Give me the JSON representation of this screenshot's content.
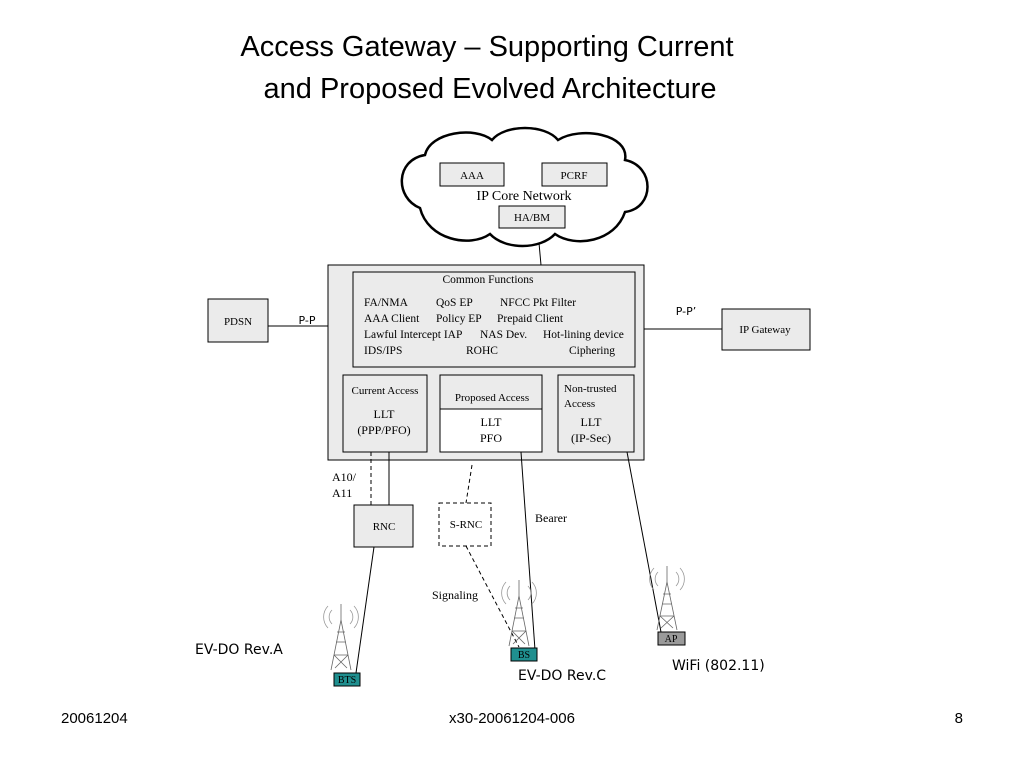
{
  "slide": {
    "title_line1": "Access Gateway – Supporting Current",
    "title_line2": "and Proposed Evolved Architecture"
  },
  "cloud": {
    "label": "IP Core Network",
    "aaa": "AAA",
    "pcrf": "PCRF",
    "habm": "HA/BM"
  },
  "gateway": {
    "common_title": "Common Functions",
    "functions": [
      [
        "FA/NMA",
        "QoS EP",
        "NFCC Pkt Filter"
      ],
      [
        "AAA Client",
        "Policy EP",
        "Prepaid Client"
      ],
      [
        "Lawful Intercept IAP",
        "NAS Dev.",
        "Hot-lining device"
      ],
      [
        "IDS/IPS",
        "ROHC",
        "Ciphering"
      ]
    ],
    "current_access": {
      "title": "Current Access",
      "llt": "LLT",
      "detail": "(PPP/PFO)"
    },
    "proposed_access": {
      "title": "Proposed Access",
      "llt": "LLT",
      "detail": "PFO"
    },
    "nontrusted_access": {
      "title_line1": "Non-trusted",
      "title_line2": "Access",
      "llt": "LLT",
      "detail": "(IP-Sec)"
    }
  },
  "nodes": {
    "pdsn": "PDSN",
    "ip_gateway": "IP Gateway",
    "rnc": "RNC",
    "srnc": "S-RNC",
    "bts": "BTS",
    "bs": "BS",
    "ap": "AP"
  },
  "links": {
    "pp": "P-P",
    "ppprime": "P-P’",
    "a10_line1": "A10/",
    "a10_line2": "A11",
    "bearer": "Bearer",
    "signaling": "Signaling"
  },
  "access_labels": {
    "evdo_a": "EV-DO Rev.A",
    "evdo_c": "EV-DO Rev.C",
    "wifi": "WiFi (802.11)"
  },
  "footer": {
    "left": "20061204",
    "center": "x30-20061204-006",
    "right": "8"
  },
  "colors": {
    "box_fill": "#ebebeb",
    "teal": "#1f8f8f",
    "ap_fill": "#9a9a9a",
    "line": "#000000"
  }
}
